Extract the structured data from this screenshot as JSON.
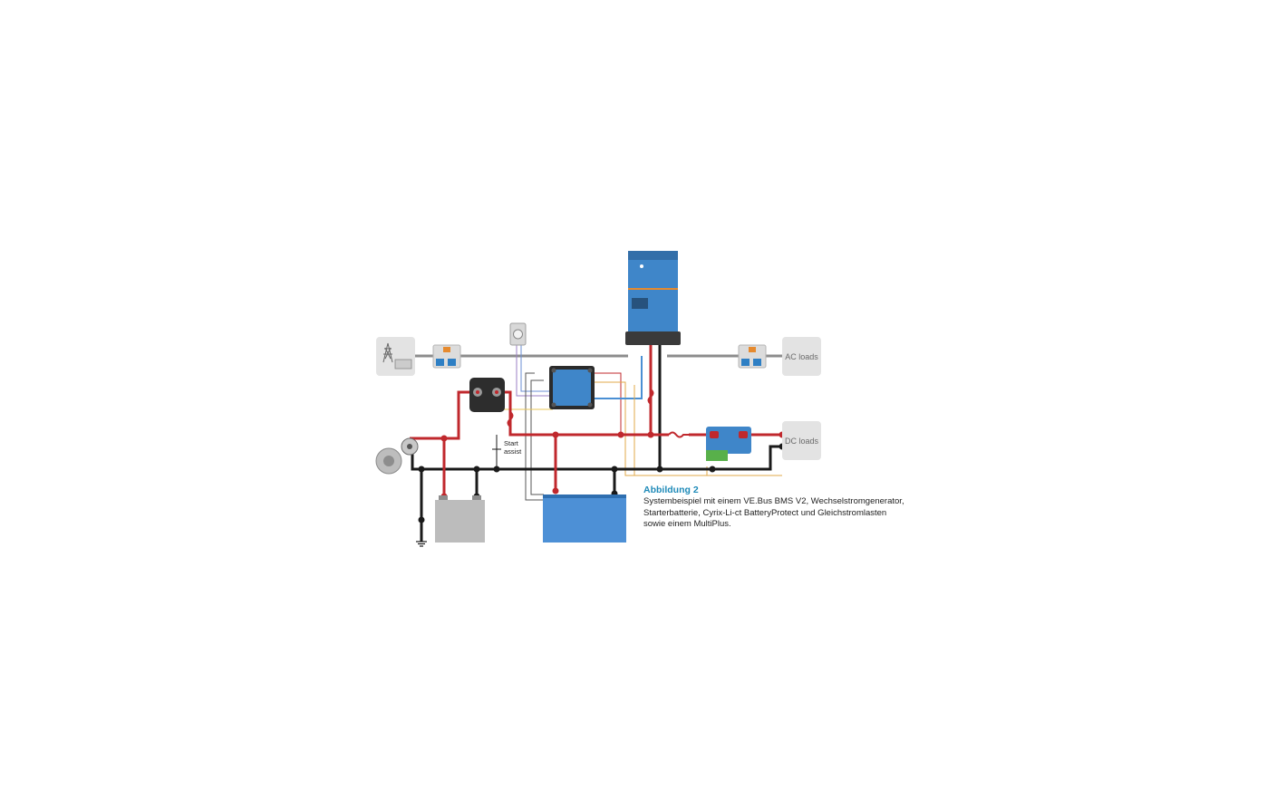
{
  "labels": {
    "ac_loads": "AC loads",
    "dc_loads": "DC loads",
    "start_assist_line1": "Start",
    "start_assist_line2": "assist"
  },
  "caption": {
    "title": "Abbildung 2",
    "lines": [
      "Systembeispiel mit einem VE.Bus BMS V2, Wechselstromgenerator,",
      "Starterbatterie, Cyrix-Li-ct BatteryProtect und Gleichstromlasten",
      "sowie einem MultiPlus."
    ]
  },
  "colors": {
    "dc_positive": "#c0282d",
    "dc_negative": "#1a1a1a",
    "ac_cable": "#8c8c8c",
    "device_blue": "#3f86c9",
    "device_dark": "#2b2b2b",
    "box_grey": "#e3e3e3",
    "caption_title": "#1e8ab8"
  },
  "icons": [
    "power-pylon-icon",
    "shore-power-icon",
    "alternator-icon",
    "ground-icon",
    "fuse-icon"
  ]
}
